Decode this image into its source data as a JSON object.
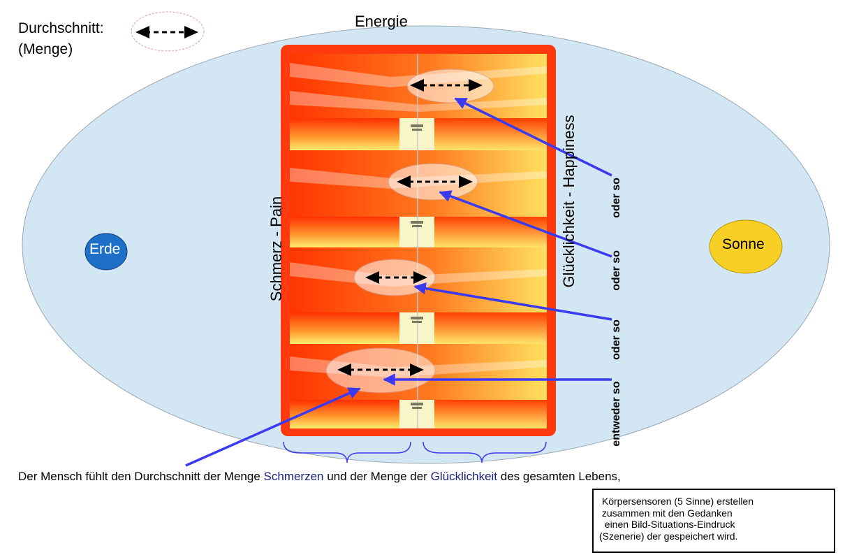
{
  "legend": {
    "line1": "Durchschnitt:",
    "line2": "(Menge)"
  },
  "labels": {
    "energie": "Energie",
    "erde": "Erde",
    "sonne": "Sonne",
    "pain": "Schmerz - Pain",
    "happiness": "Glücklichkeit  -  Happiness",
    "oder_so_1": "oder   so",
    "oder_so_2": "oder so",
    "oder_so_3": "oder   so",
    "entweder_so": "entweder so"
  },
  "sentence": {
    "part1": "Der Mensch fühlt den Durchschnitt  der Menge ",
    "hl1": "Schmerzen",
    "part2": " und der Menge der ",
    "hl2": "Glücklichkeit",
    "part3": " des gesamten Lebens,"
  },
  "infobox": {
    "text": " Körpersensoren (5 Sinne) erstellen\n zusammen mit den Gedanken\n  einen Bild-Situations-Eindruck\n(Szenerie) der gespeichert wird."
  },
  "colors": {
    "sky": "#d2e7f3",
    "frame": "#ff3a0e",
    "earth": "#1e6fc7",
    "sun": "#f8cf25",
    "arrow": "#3a3af0",
    "highlight": "#1a237e"
  }
}
